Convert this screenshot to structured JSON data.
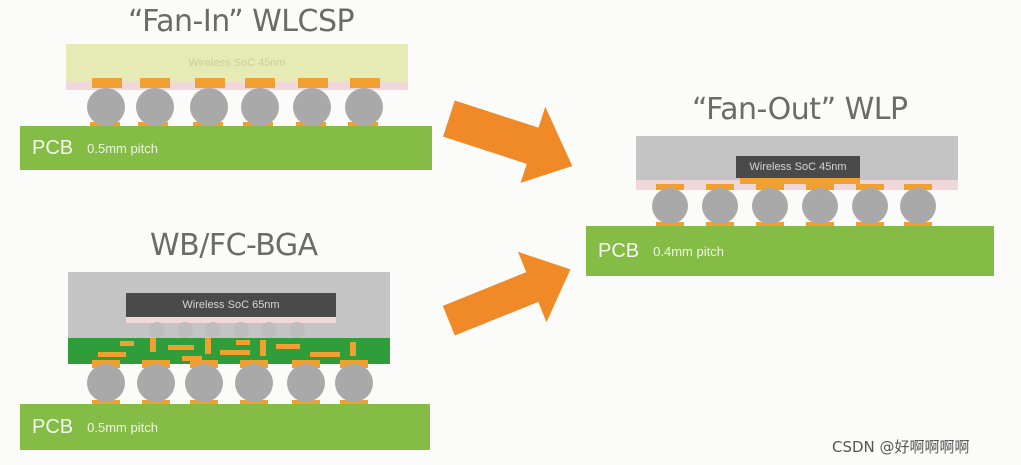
{
  "fan_in": {
    "title": "“Fan-In” WLCSP",
    "die_label": "Wireless SoC 45nm",
    "pcb_label": "PCB",
    "pitch_label": "0.5mm pitch"
  },
  "fan_out": {
    "title": "“Fan-Out” WLP",
    "die_label": "Wireless SoC 45nm",
    "pcb_label": "PCB",
    "pitch_label": "0.4mm pitch"
  },
  "wb_bga": {
    "title": "WB/FC-BGA",
    "die_label": "Wireless SoC 65nm",
    "pcb_label": "PCB",
    "pitch_label": "0.5mm pitch"
  },
  "colors": {
    "pcb_green": "#84bc46",
    "solder_ball": "#a9a9a9",
    "pad_orange": "#f0a030",
    "arrow_orange": "#f08a28",
    "wlcsp_die": "#e6ebb6",
    "mold_gray": "#c4c4c4",
    "die_dark": "#4a4a4a",
    "substrate_green": "#2f9e3a"
  },
  "watermark": "CSDN @好啊啊啊啊"
}
